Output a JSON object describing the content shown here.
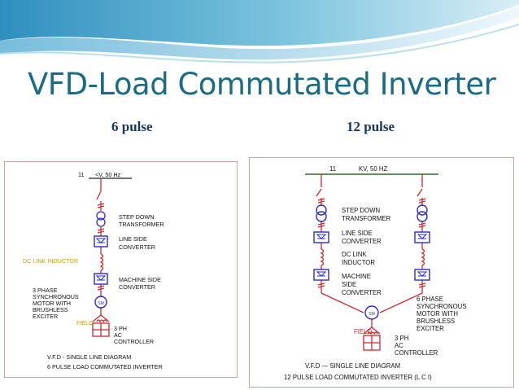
{
  "title": "VFD-Load Commutated Inverter",
  "subtitles": {
    "six": "6 pulse",
    "twelve": "12 pulse"
  },
  "colors": {
    "title": "#1b6a86",
    "subtitle": "#17365d",
    "wire": "#d0282f",
    "box": "#2b2bd0",
    "label_yellow": "#c8a000",
    "banner": "#3f9fc5"
  },
  "six_pulse": {
    "supply_num": "11",
    "supply_rest": "<V, 50 Hz",
    "transformer": [
      "STEP DOWN",
      "TRANSFORMER"
    ],
    "line_conv": [
      "LINE SIDE",
      "CONVERTER"
    ],
    "dc_inductor": "DC LINK INDUCTOR",
    "machine_conv": [
      "MACHINE SIDE",
      "CONVERTER"
    ],
    "motor": [
      "3 PHASE",
      "SYNCHRONOUS",
      "MOTOR WITH",
      "BRUSHLESS",
      "EXCITER"
    ],
    "motor_symbol": "SM",
    "field": "FIELD",
    "ac_ctrl": [
      "3 PH",
      "AC",
      "CONTROLLER"
    ],
    "caption": [
      "V.F.D - SINGLE LINE DIAGRAM",
      "6 PULSE LOAD COMMUTATED INVERTER"
    ]
  },
  "twelve_pulse": {
    "supply_num": "11",
    "supply_rest": "KV, 50 HZ",
    "transformer": [
      "STEP DOWN",
      "TRANSFORMER"
    ],
    "line_conv": [
      "LINE SIDE",
      "CONVERTER"
    ],
    "dc_inductor": [
      "DC LINK",
      "INDUCTOR"
    ],
    "machine_conv": [
      "MACHINE",
      "SIDE",
      "CONVERTER"
    ],
    "motor": [
      "6 PHASE",
      "SYNCHRONOUS",
      "MOTOR WITH",
      "BRUSHLESS",
      "EXCITER"
    ],
    "motor_symbol": "SM",
    "field": "FIELD",
    "ac_ctrl": [
      "3 PH",
      "AC",
      "CONTROLLER"
    ],
    "caption": [
      "V.F.D — SINGLE LINE DIAGRAM",
      "12 PULSE LOAD COMMUTATED INVERTER (L C I)"
    ]
  }
}
